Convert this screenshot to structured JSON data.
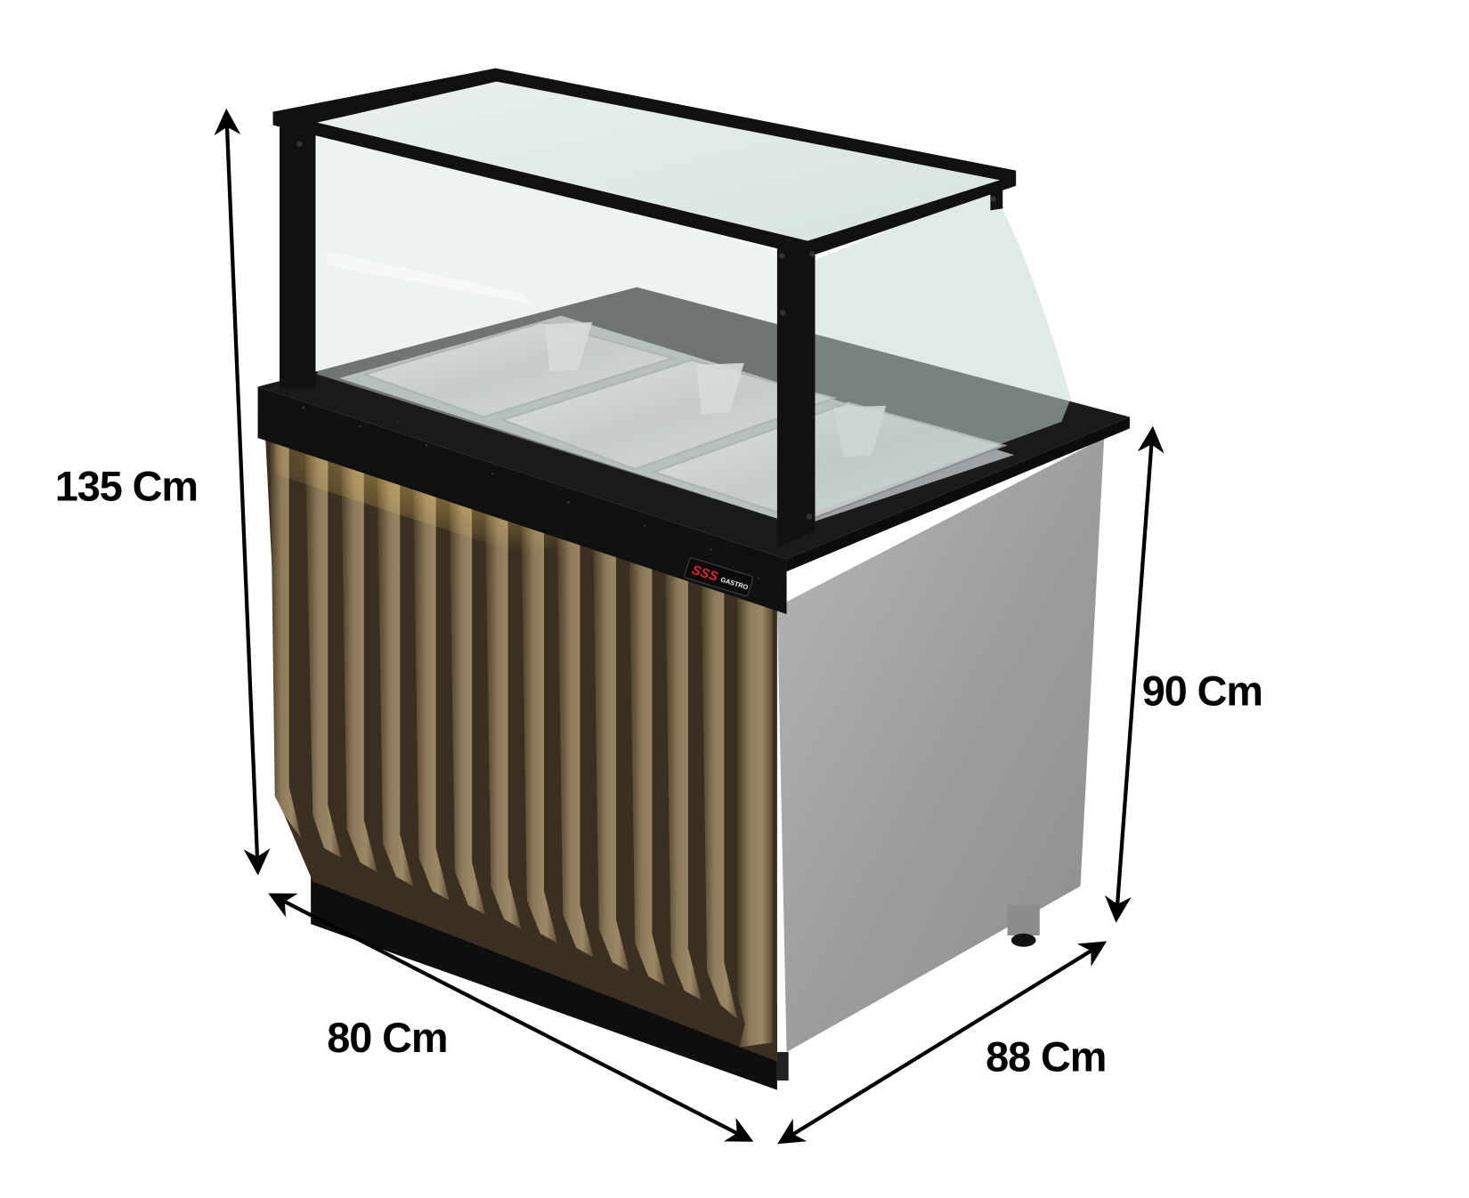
{
  "product": {
    "type": "bain-marie serving counter with sneeze guard",
    "pans_count": 3,
    "brand_logo": {
      "primary": "SSS",
      "secondary": "GASTRO"
    },
    "colors": {
      "frame": "#111111",
      "countertop": "#141414",
      "side_panel": "#9a9c9e",
      "wood_slat_light": "#8d7a5c",
      "wood_slat_dark": "#5c4b34",
      "led_glow": "#f3c35a",
      "glass": "#c9dcd9",
      "steel_pan": "#c7c9cb",
      "logo_red": "#e0262a"
    }
  },
  "dimensions": {
    "total_height": {
      "label": "135 Cm"
    },
    "counter_height": {
      "label": "90 Cm"
    },
    "width": {
      "label": "80 Cm"
    },
    "depth": {
      "label": "88 Cm"
    }
  }
}
